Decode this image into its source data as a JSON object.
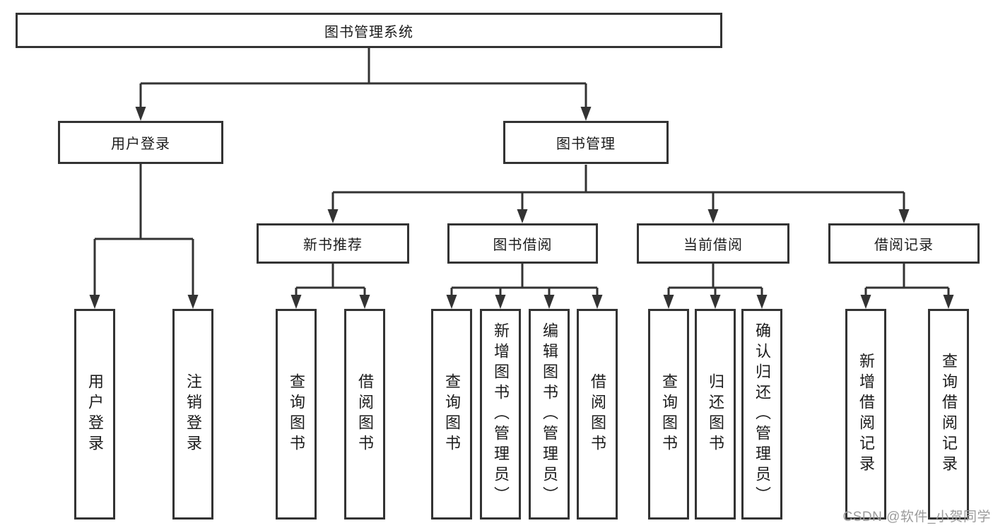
{
  "tree": {
    "root": "图书管理系统",
    "branches": [
      {
        "label": "用户登录",
        "children": [
          {
            "label": "用户登录"
          },
          {
            "label": "注销登录"
          }
        ]
      },
      {
        "label": "图书管理",
        "children": [
          {
            "label": "新书推荐",
            "children": [
              {
                "label": "查询图书"
              },
              {
                "label": "借阅图书"
              }
            ]
          },
          {
            "label": "图书借阅",
            "children": [
              {
                "label": "查询图书"
              },
              {
                "label": "新增图书（管理员）"
              },
              {
                "label": "编辑图书（管理员）"
              },
              {
                "label": "借阅图书"
              }
            ]
          },
          {
            "label": "当前借阅",
            "children": [
              {
                "label": "查询图书"
              },
              {
                "label": "归还图书"
              },
              {
                "label": "确认归还（管理员）"
              }
            ]
          },
          {
            "label": "借阅记录",
            "children": [
              {
                "label": "新增借阅记录"
              },
              {
                "label": "查询借阅记录"
              }
            ]
          }
        ]
      }
    ]
  },
  "colors": {
    "line": "#333333",
    "text": "#1c1c1c",
    "watermark_gray": "#9b9b9b"
  },
  "watermark": "CSDN @软件_小贺同学"
}
